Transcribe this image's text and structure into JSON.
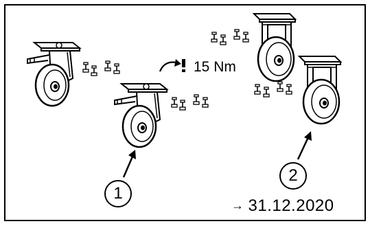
{
  "torque": {
    "value_label": "15 Nm"
  },
  "callouts": {
    "one": "1",
    "two": "2"
  },
  "footer": {
    "arrow_glyph": "→",
    "date": "31.12.2020"
  },
  "colors": {
    "line": "#000000",
    "background": "#ffffff",
    "shade": "#d9d9d9"
  }
}
